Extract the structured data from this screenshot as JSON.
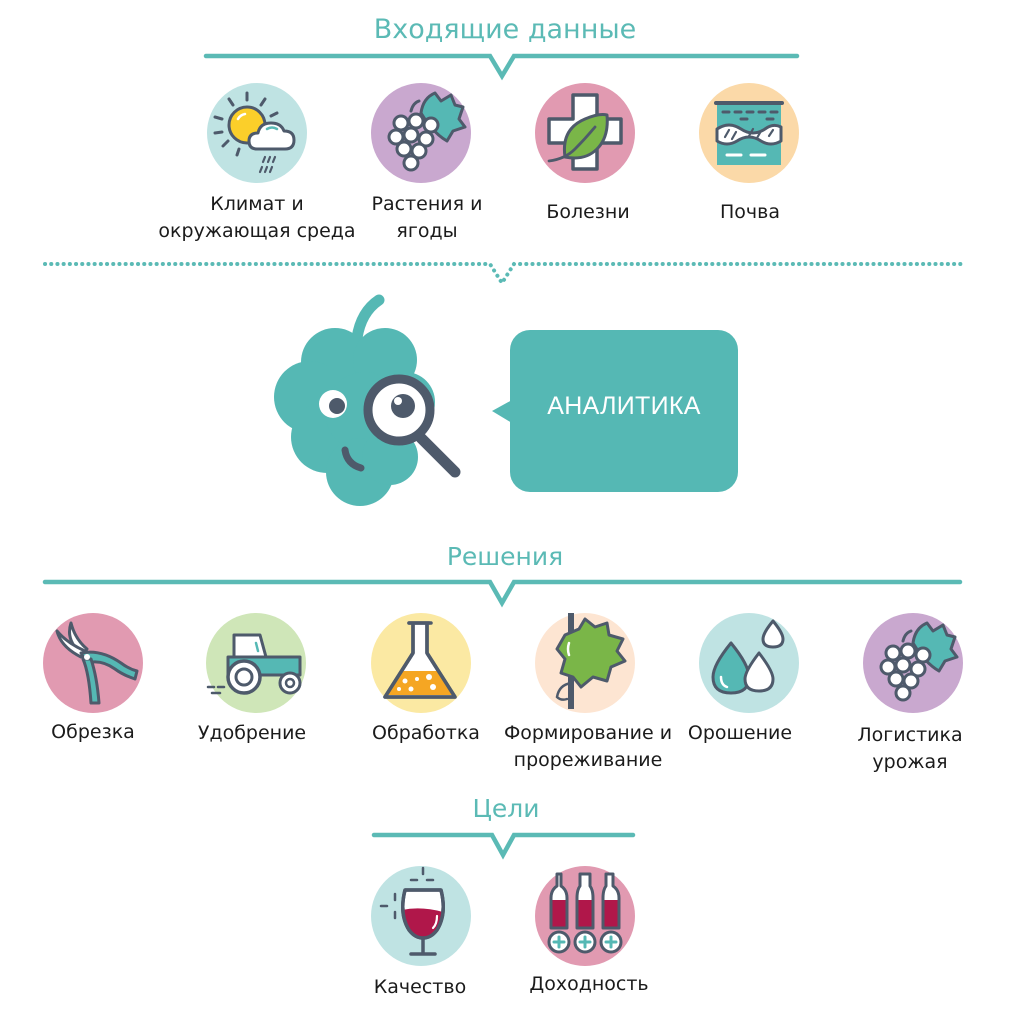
{
  "colors": {
    "accent": "#5bbab5",
    "dark": "#4e5a6b",
    "teal": "#55b8b4",
    "circle_light_teal": "#bfe3e3",
    "circle_lilac": "#c9a8cf",
    "circle_pink": "#e19ab1",
    "circle_peach": "#fbd9a8",
    "circle_green": "#cfe6b8",
    "circle_yellow": "#fbe9a3",
    "circle_cream": "#fde5d2",
    "wine": "#b0174a"
  },
  "inputs": {
    "title": "Входящие данные",
    "items": [
      {
        "icon": "weather-icon",
        "label_line1": "Климат и",
        "label_line2": "окружающая среда"
      },
      {
        "icon": "grapes-icon",
        "label_line1": "Растения и",
        "label_line2": "ягоды"
      },
      {
        "icon": "disease-cross-leaf-icon",
        "label_line1": "Болезни",
        "label_line2": ""
      },
      {
        "icon": "soil-layers-icon",
        "label_line1": "Почва",
        "label_line2": ""
      }
    ]
  },
  "analytics": {
    "mascot_icon": "grape-mascot-magnifier-icon",
    "label": "АНАЛИТИКА"
  },
  "solutions": {
    "title": "Решения",
    "items": [
      {
        "icon": "pruning-shears-icon",
        "label_line1": "Обрезка",
        "label_line2": ""
      },
      {
        "icon": "tractor-icon",
        "label_line1": "Удобрение",
        "label_line2": ""
      },
      {
        "icon": "flask-icon",
        "label_line1": "Обработка",
        "label_line2": ""
      },
      {
        "icon": "vine-leaf-icon",
        "label_line1": "Формирование и",
        "label_line2": "прореживание"
      },
      {
        "icon": "water-drops-icon",
        "label_line1": "Орошение",
        "label_line2": ""
      },
      {
        "icon": "grapes-icon",
        "label_line1": "Логистика",
        "label_line2": "урожая"
      }
    ]
  },
  "goals": {
    "title": "Цели",
    "items": [
      {
        "icon": "wine-glass-icon",
        "label_line1": "Качество"
      },
      {
        "icon": "wine-bottles-plus-icon",
        "label_line1": "Доходность"
      }
    ]
  }
}
